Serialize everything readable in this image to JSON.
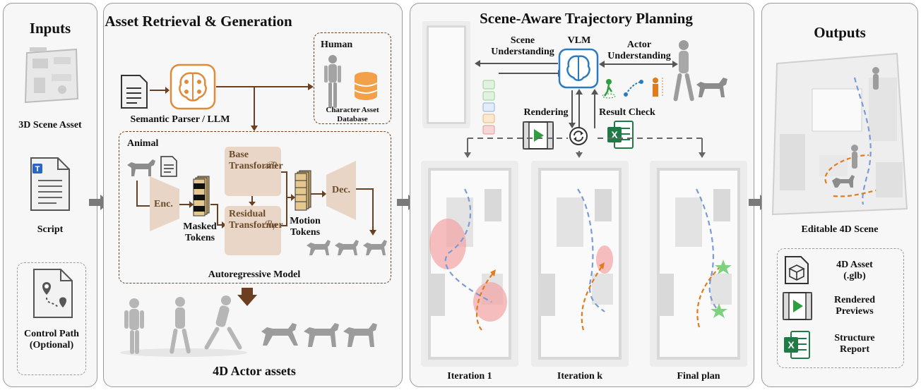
{
  "inputs": {
    "title": "Inputs",
    "scene_label": "3D Scene Asset",
    "script_label": "Script",
    "control_label": "Control Path (Optional)"
  },
  "retrieval": {
    "title": "Asset Retrieval & Generation",
    "parser_label": "Semantic Parser / LLM",
    "human_label": "Human",
    "database_label": "Character Asset Database",
    "animal_label": "Animal",
    "enc_label": "Enc.",
    "dec_label": "Dec.",
    "masked_tokens": "Masked Tokens",
    "base_transformer": "Base Transformer",
    "base_symbol": "𝒯θ",
    "residual_transformer": "Residual Transformer",
    "residual_symbol": "ℛφ",
    "motion_tokens": "Motion Tokens",
    "autoregressive_label": "Autoregressive Model",
    "actor_assets_label": "4D Actor assets"
  },
  "planning": {
    "title": "Scene-Aware Trajectory Planning",
    "scene_understanding": "Scene Understanding",
    "vlm_label": "VLM",
    "actor_understanding": "Actor Understanding",
    "rendering_label": "Rendering",
    "result_check_label": "Result Check",
    "iterations": [
      "Iteration 1",
      "Iteration k",
      "Final plan"
    ]
  },
  "outputs": {
    "title": "Outputs",
    "scene_label": "Editable 4D Scene",
    "items": [
      {
        "label": "4D Asset (.glb)",
        "icon": "cube-icon"
      },
      {
        "label": "Rendered Previews",
        "icon": "film-icon"
      },
      {
        "label": "Structure Report",
        "icon": "excel-icon"
      }
    ]
  },
  "colors": {
    "brown": "#6b3f1f",
    "blue_path": "#7a9bd8",
    "orange_path": "#e07b1e",
    "collision": "#f2a3a3",
    "green_star": "#7ed17e",
    "vlm_blue": "#2a7bbf",
    "arrow_gray": "#7a7a7a"
  }
}
